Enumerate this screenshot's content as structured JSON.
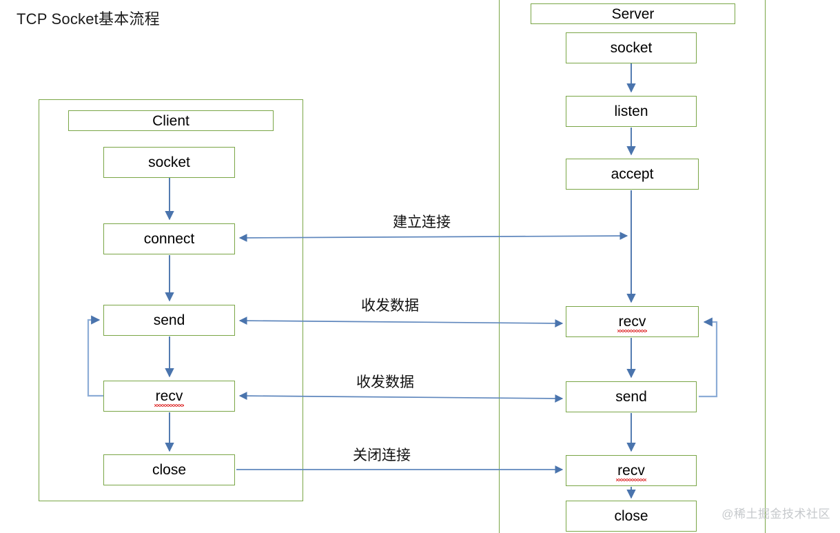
{
  "title": "TCP Socket基本流程",
  "colors": {
    "box_border": "#79a545",
    "arrow": "#4a74ad",
    "loop_arrow": "#8cacd6",
    "text": "#000000",
    "watermark": "#c6c9cc",
    "background": "#ffffff"
  },
  "client": {
    "header_label": "Client",
    "nodes": [
      {
        "id": "client-socket",
        "label": "socket",
        "misspelled": false
      },
      {
        "id": "client-connect",
        "label": "connect",
        "misspelled": false
      },
      {
        "id": "client-send",
        "label": "send",
        "misspelled": false
      },
      {
        "id": "client-recv",
        "label": "recv",
        "misspelled": true
      },
      {
        "id": "client-close",
        "label": "close",
        "misspelled": false
      }
    ]
  },
  "server": {
    "header_label": "Server",
    "nodes": [
      {
        "id": "server-socket",
        "label": "socket",
        "misspelled": false
      },
      {
        "id": "server-listen",
        "label": "listen",
        "misspelled": false
      },
      {
        "id": "server-accept",
        "label": "accept",
        "misspelled": false
      },
      {
        "id": "server-recv",
        "label": "recv",
        "misspelled": true
      },
      {
        "id": "server-send",
        "label": "send",
        "misspelled": false
      },
      {
        "id": "server-recv2",
        "label": "recv",
        "misspelled": true
      },
      {
        "id": "server-close",
        "label": "close",
        "misspelled": false
      }
    ]
  },
  "cross_links": [
    {
      "id": "link-establish",
      "label": "建立连接",
      "direction": "both"
    },
    {
      "id": "link-data-1",
      "label": "收发数据",
      "direction": "both"
    },
    {
      "id": "link-data-2",
      "label": "收发数据",
      "direction": "both"
    },
    {
      "id": "link-close",
      "label": "关闭连接",
      "direction": "right"
    }
  ],
  "watermark": "@稀土掘金技术社区"
}
